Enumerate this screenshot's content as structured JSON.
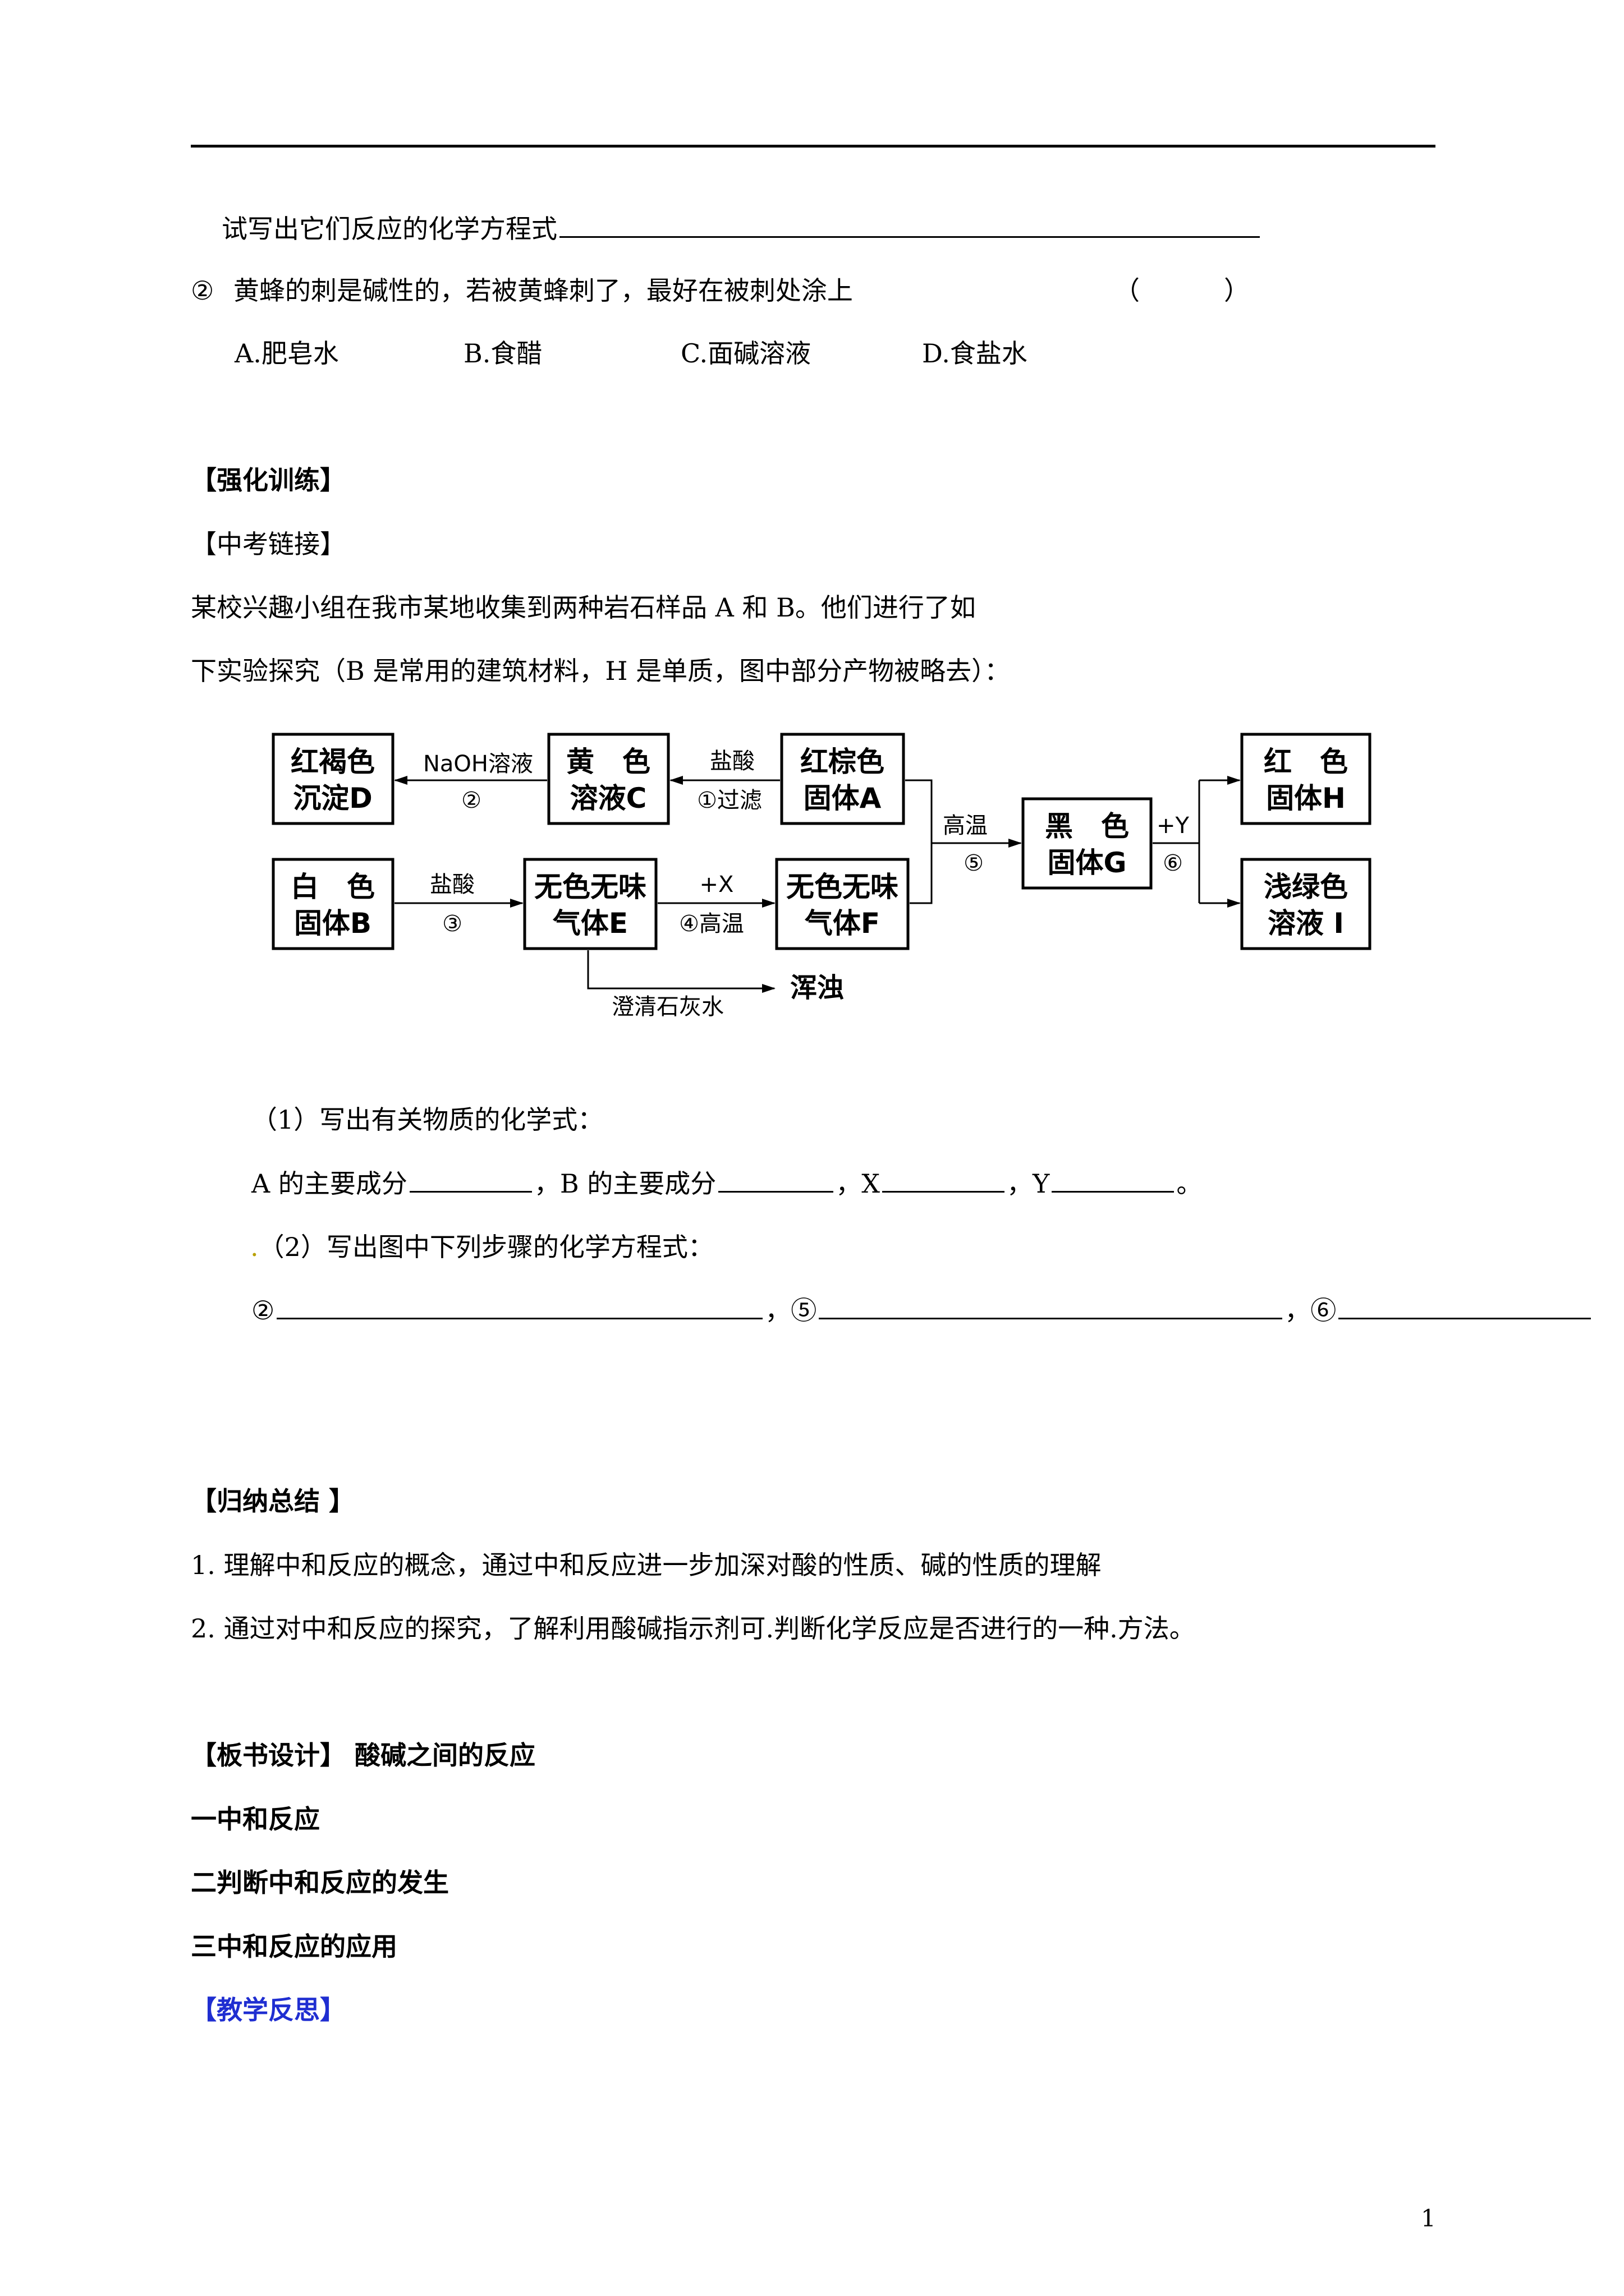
{
  "top": {
    "write_equation": "试写出它们反应的化学方程式",
    "q2_num": "②",
    "q2_text": "黄蜂的刺是碱性的，若被黄蜂刺了，最好在被刺处涂上",
    "q2_paren_left": "（",
    "q2_paren_right": "）",
    "options": [
      "A.肥皂水",
      "B.食醋",
      "C.面碱溶液",
      "D.食盐水"
    ]
  },
  "training": {
    "header": "【强化训练】",
    "link_header": "【中考链接】",
    "intro_line1": "某校兴趣小组在我市某地收集到两种岩石样品 A 和 B。他们进行了如",
    "intro_line2": "下实验探究（B 是常用的建筑材料，H 是单质，图中部分产物被略去）："
  },
  "diagram": {
    "boxes": {
      "D": [
        "红褐色",
        "沉淀D"
      ],
      "C": [
        "黄　色",
        "溶液C"
      ],
      "A": [
        "红棕色",
        "固体A"
      ],
      "B": [
        "白　色",
        "固体B"
      ],
      "E": [
        "无色无味",
        "气体E"
      ],
      "F": [
        "无色无味",
        "气体F"
      ],
      "G": [
        "黑　色",
        "固体G"
      ],
      "H": [
        "红　色",
        "固体H"
      ],
      "I": [
        "浅绿色",
        "溶液 I"
      ]
    },
    "labels": {
      "naoh": "NaOH溶液",
      "step2": "②",
      "hcl1": "盐酸",
      "step1": "①过滤",
      "hcl2": "盐酸",
      "step3": "③",
      "plusX": "+X",
      "step4": "④高温",
      "gaowen": "高温",
      "step5": "⑤",
      "plusY": "+Y",
      "step6": "⑥",
      "limewater": "澄清石灰水",
      "turbid": "浑浊"
    }
  },
  "questions": {
    "q1": "（1）写出有关物质的化学式：",
    "q1_a": "A 的主要成分",
    "q1_b": "，B 的主要成分",
    "q1_x": "，X",
    "q1_y": "，Y",
    "q1_end": "。",
    "q2_dot": ".",
    "q2": "（2）写出图中下列步骤的化学方程式：",
    "q2_s2": "②",
    "q2_s5": "，⑤",
    "q2_s6": "，⑥"
  },
  "summary": {
    "header": "【归纳总结 】",
    "items": [
      "1.  理解中和反应的概念，通过中和反应进一步加深对酸的性质、碱的性质的理解",
      "2.  通过对中和反应的探究，了解利用酸碱指示剂可.判断化学反应是否进行的一种.方法。"
    ]
  },
  "board": {
    "header": "【板书设计】  酸碱之间的反应",
    "lines": [
      "一中和反应",
      "二判断中和反应的发生",
      "三中和反应的应用"
    ],
    "reflection": "【教学反思】"
  },
  "footer": {
    "page": "1"
  },
  "colors": {
    "reflection": "#1f2ed1",
    "dot": "#b8a000"
  }
}
